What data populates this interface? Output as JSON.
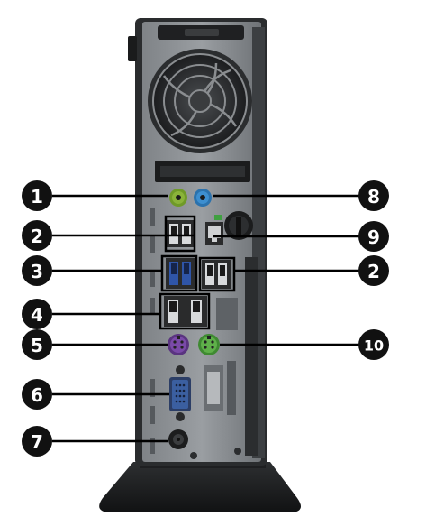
{
  "colors": {
    "chassis_dark": "#222426",
    "chassis_mid": "#3a3d40",
    "panel": "#8f9397",
    "panel_light": "#a9adb1",
    "usb3_blue": "#2f55a8",
    "audio_green": "#8ab33a",
    "audio_blue": "#3d8fd0",
    "ps2_purple": "#7a4aa8",
    "ps2_green": "#5fb04a",
    "vga_blue": "#3b5fa0",
    "callout_fill": "#111111",
    "leader_line": "#000000"
  },
  "callouts": [
    {
      "id": "1",
      "label": "1",
      "side": "left",
      "port": "audio-line-in-green"
    },
    {
      "id": "2a",
      "label": "2",
      "side": "left",
      "port": "usb-2-upper"
    },
    {
      "id": "3",
      "label": "3",
      "side": "left",
      "port": "usb-3-blue"
    },
    {
      "id": "4",
      "label": "4",
      "side": "left",
      "port": "usb-2-lower"
    },
    {
      "id": "5",
      "label": "5",
      "side": "left",
      "port": "ps2-keyboard-purple"
    },
    {
      "id": "6",
      "label": "6",
      "side": "left",
      "port": "vga-port"
    },
    {
      "id": "7",
      "label": "7",
      "side": "left",
      "port": "power-connector"
    },
    {
      "id": "8",
      "label": "8",
      "side": "right",
      "port": "audio-line-out-blue"
    },
    {
      "id": "9",
      "label": "9",
      "side": "right",
      "port": "rj45-network"
    },
    {
      "id": "2b",
      "label": "2",
      "side": "right",
      "port": "usb-2-right"
    },
    {
      "id": "10",
      "label": "10",
      "side": "right",
      "port": "ps2-mouse-green"
    }
  ]
}
